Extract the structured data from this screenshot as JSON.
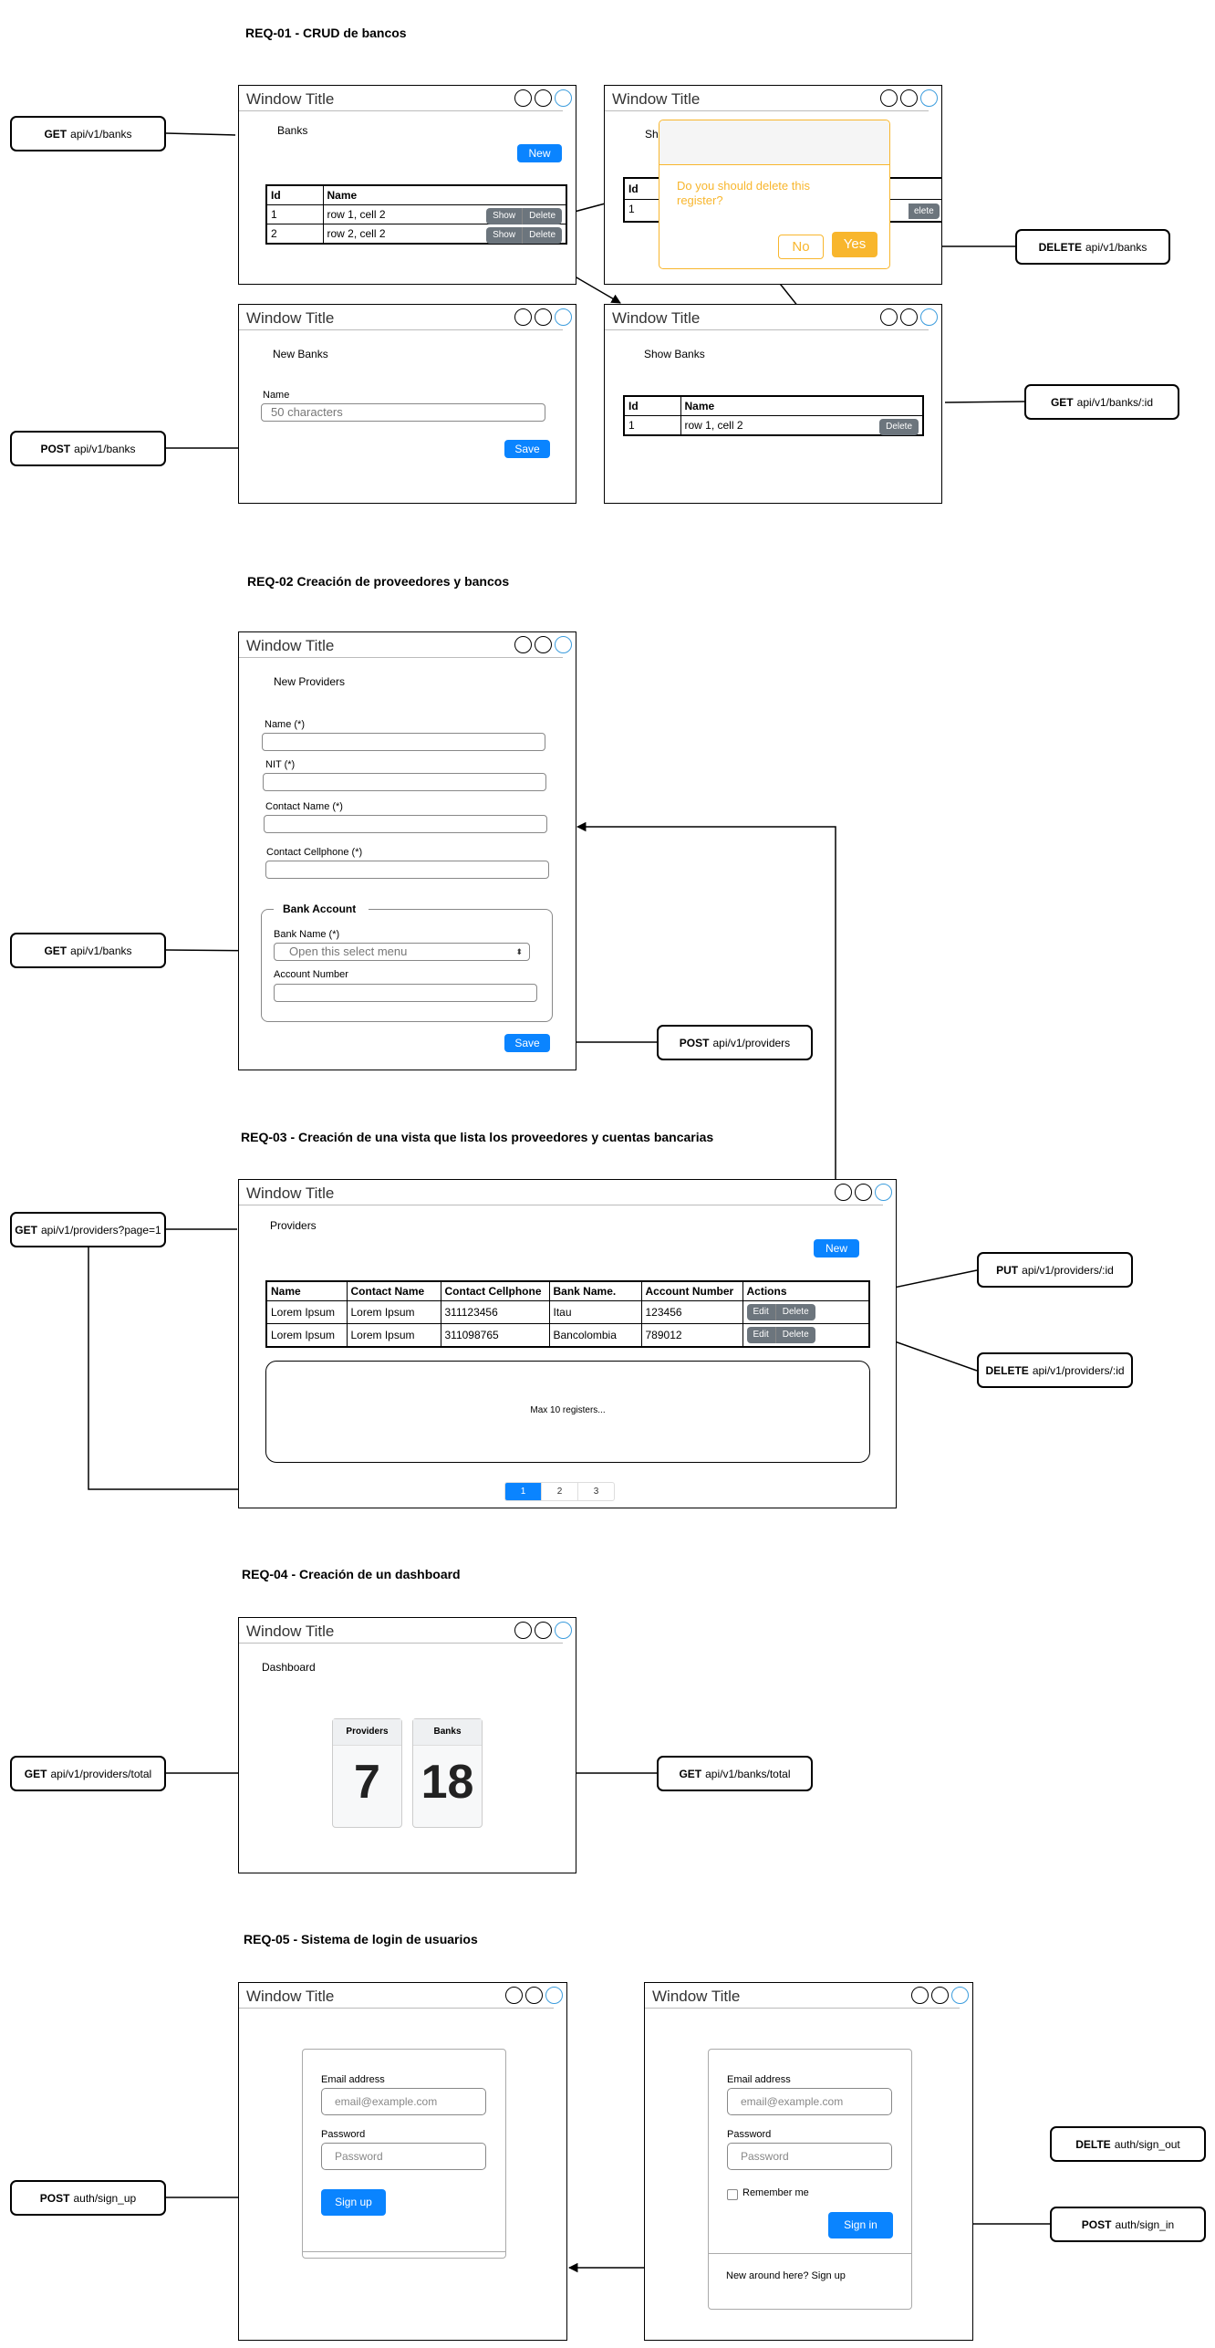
{
  "sections": {
    "req01": "REQ-01 - CRUD de bancos",
    "req02": "REQ-02 Creación de proveedores y bancos",
    "req03": "REQ-03 - Creación de una vista que lista los proveedores y cuentas bancarias",
    "req04": "REQ-04 - Creación de un dashboard",
    "req05": "REQ-05 - Sistema de login de usuarios"
  },
  "window_title": "Window Title",
  "apis": {
    "get_banks_1": {
      "method": "GET",
      "path": "api/v1/banks"
    },
    "post_banks": {
      "method": "POST",
      "path": "api/v1/banks"
    },
    "delete_banks": {
      "method": "DELETE",
      "path": "api/v1/banks"
    },
    "get_bank_id": {
      "method": "GET",
      "path": "api/v1/banks/:id"
    },
    "get_banks_2": {
      "method": "GET",
      "path": "api/v1/banks"
    },
    "post_providers": {
      "method": "POST",
      "path": "api/v1/providers"
    },
    "get_providers_page": {
      "method": "GET",
      "path": "api/v1/providers?page=1"
    },
    "put_provider": {
      "method": "PUT",
      "path": "api/v1/providers/:id"
    },
    "delete_provider": {
      "method": "DELETE",
      "path": "api/v1/providers/:id"
    },
    "get_providers_total": {
      "method": "GET",
      "path": "api/v1/providers/total"
    },
    "get_banks_total": {
      "method": "GET",
      "path": "api/v1/banks/total"
    },
    "post_sign_up": {
      "method": "POST",
      "path": "auth/sign_up"
    },
    "delete_sign_out": {
      "method": "DELTE",
      "path": "auth/sign_out"
    },
    "post_sign_in": {
      "method": "POST",
      "path": "auth/sign_in"
    }
  },
  "banks_list": {
    "heading": "Banks",
    "new_label": "New",
    "columns": [
      "Id",
      "Name"
    ],
    "rows": [
      [
        "1",
        "row 1, cell 2"
      ],
      [
        "2",
        "row 2, cell 2"
      ]
    ],
    "show_label": "Show",
    "delete_label": "Delete"
  },
  "delete_modal": {
    "peek_heading": "Sh",
    "peek_id": "Id",
    "peek_row": "1",
    "peek_delete": "elete",
    "message": "Do you should delete this register?",
    "no_label": "No",
    "yes_label": "Yes"
  },
  "new_bank": {
    "heading": "New Banks",
    "name_label": "Name",
    "name_placeholder": "50 characters",
    "save_label": "Save"
  },
  "show_bank": {
    "heading": "Show Banks",
    "columns": [
      "Id",
      "Name"
    ],
    "row": [
      "1",
      "row 1, cell 2"
    ],
    "delete_label": "Delete"
  },
  "new_provider": {
    "heading": "New Providers",
    "name_label": "Name (*)",
    "nit_label": "NIT (*)",
    "contact_name_label": "Contact Name (*)",
    "contact_cellphone_label": "Contact Cellphone (*)",
    "bank_account_legend": "Bank Account",
    "bank_name_label": "Bank Name (*)",
    "bank_select_value": "Open this select menu",
    "account_number_label": "Account Number",
    "save_label": "Save"
  },
  "providers_list": {
    "heading": "Providers",
    "new_label": "New",
    "columns": [
      "Name",
      "Contact Name",
      "Contact Cellphone",
      "Bank Name.",
      "Account Number",
      "Actions"
    ],
    "rows": [
      [
        "Lorem Ipsum",
        "Lorem Ipsum",
        "311123456",
        "Itau",
        "123456"
      ],
      [
        "Lorem Ipsum",
        "Lorem Ipsum",
        "311098765",
        "Bancolombia",
        "789012"
      ]
    ],
    "edit_label": "Edit",
    "delete_label": "Delete",
    "max_note": "Max 10 registers...",
    "pages": [
      "1",
      "2",
      "3"
    ],
    "active_page": "1"
  },
  "dashboard": {
    "heading": "Dashboard",
    "providers_label": "Providers",
    "providers_value": "7",
    "banks_label": "Banks",
    "banks_value": "18"
  },
  "sign_up": {
    "email_label": "Email address",
    "email_placeholder": "email@example.com",
    "password_label": "Password",
    "password_placeholder": "Password",
    "button_label": "Sign up"
  },
  "sign_in": {
    "email_label": "Email address",
    "email_placeholder": "email@example.com",
    "password_label": "Password",
    "password_placeholder": "Password",
    "remember_label": "Remember me",
    "button_label": "Sign in",
    "footer_text": "New around here? Sign up"
  },
  "colors": {
    "primary": "#0a84ff",
    "secondary": "#6c757d",
    "warning": "#f8b62d",
    "window_control_accent": "#3d9ddd"
  }
}
